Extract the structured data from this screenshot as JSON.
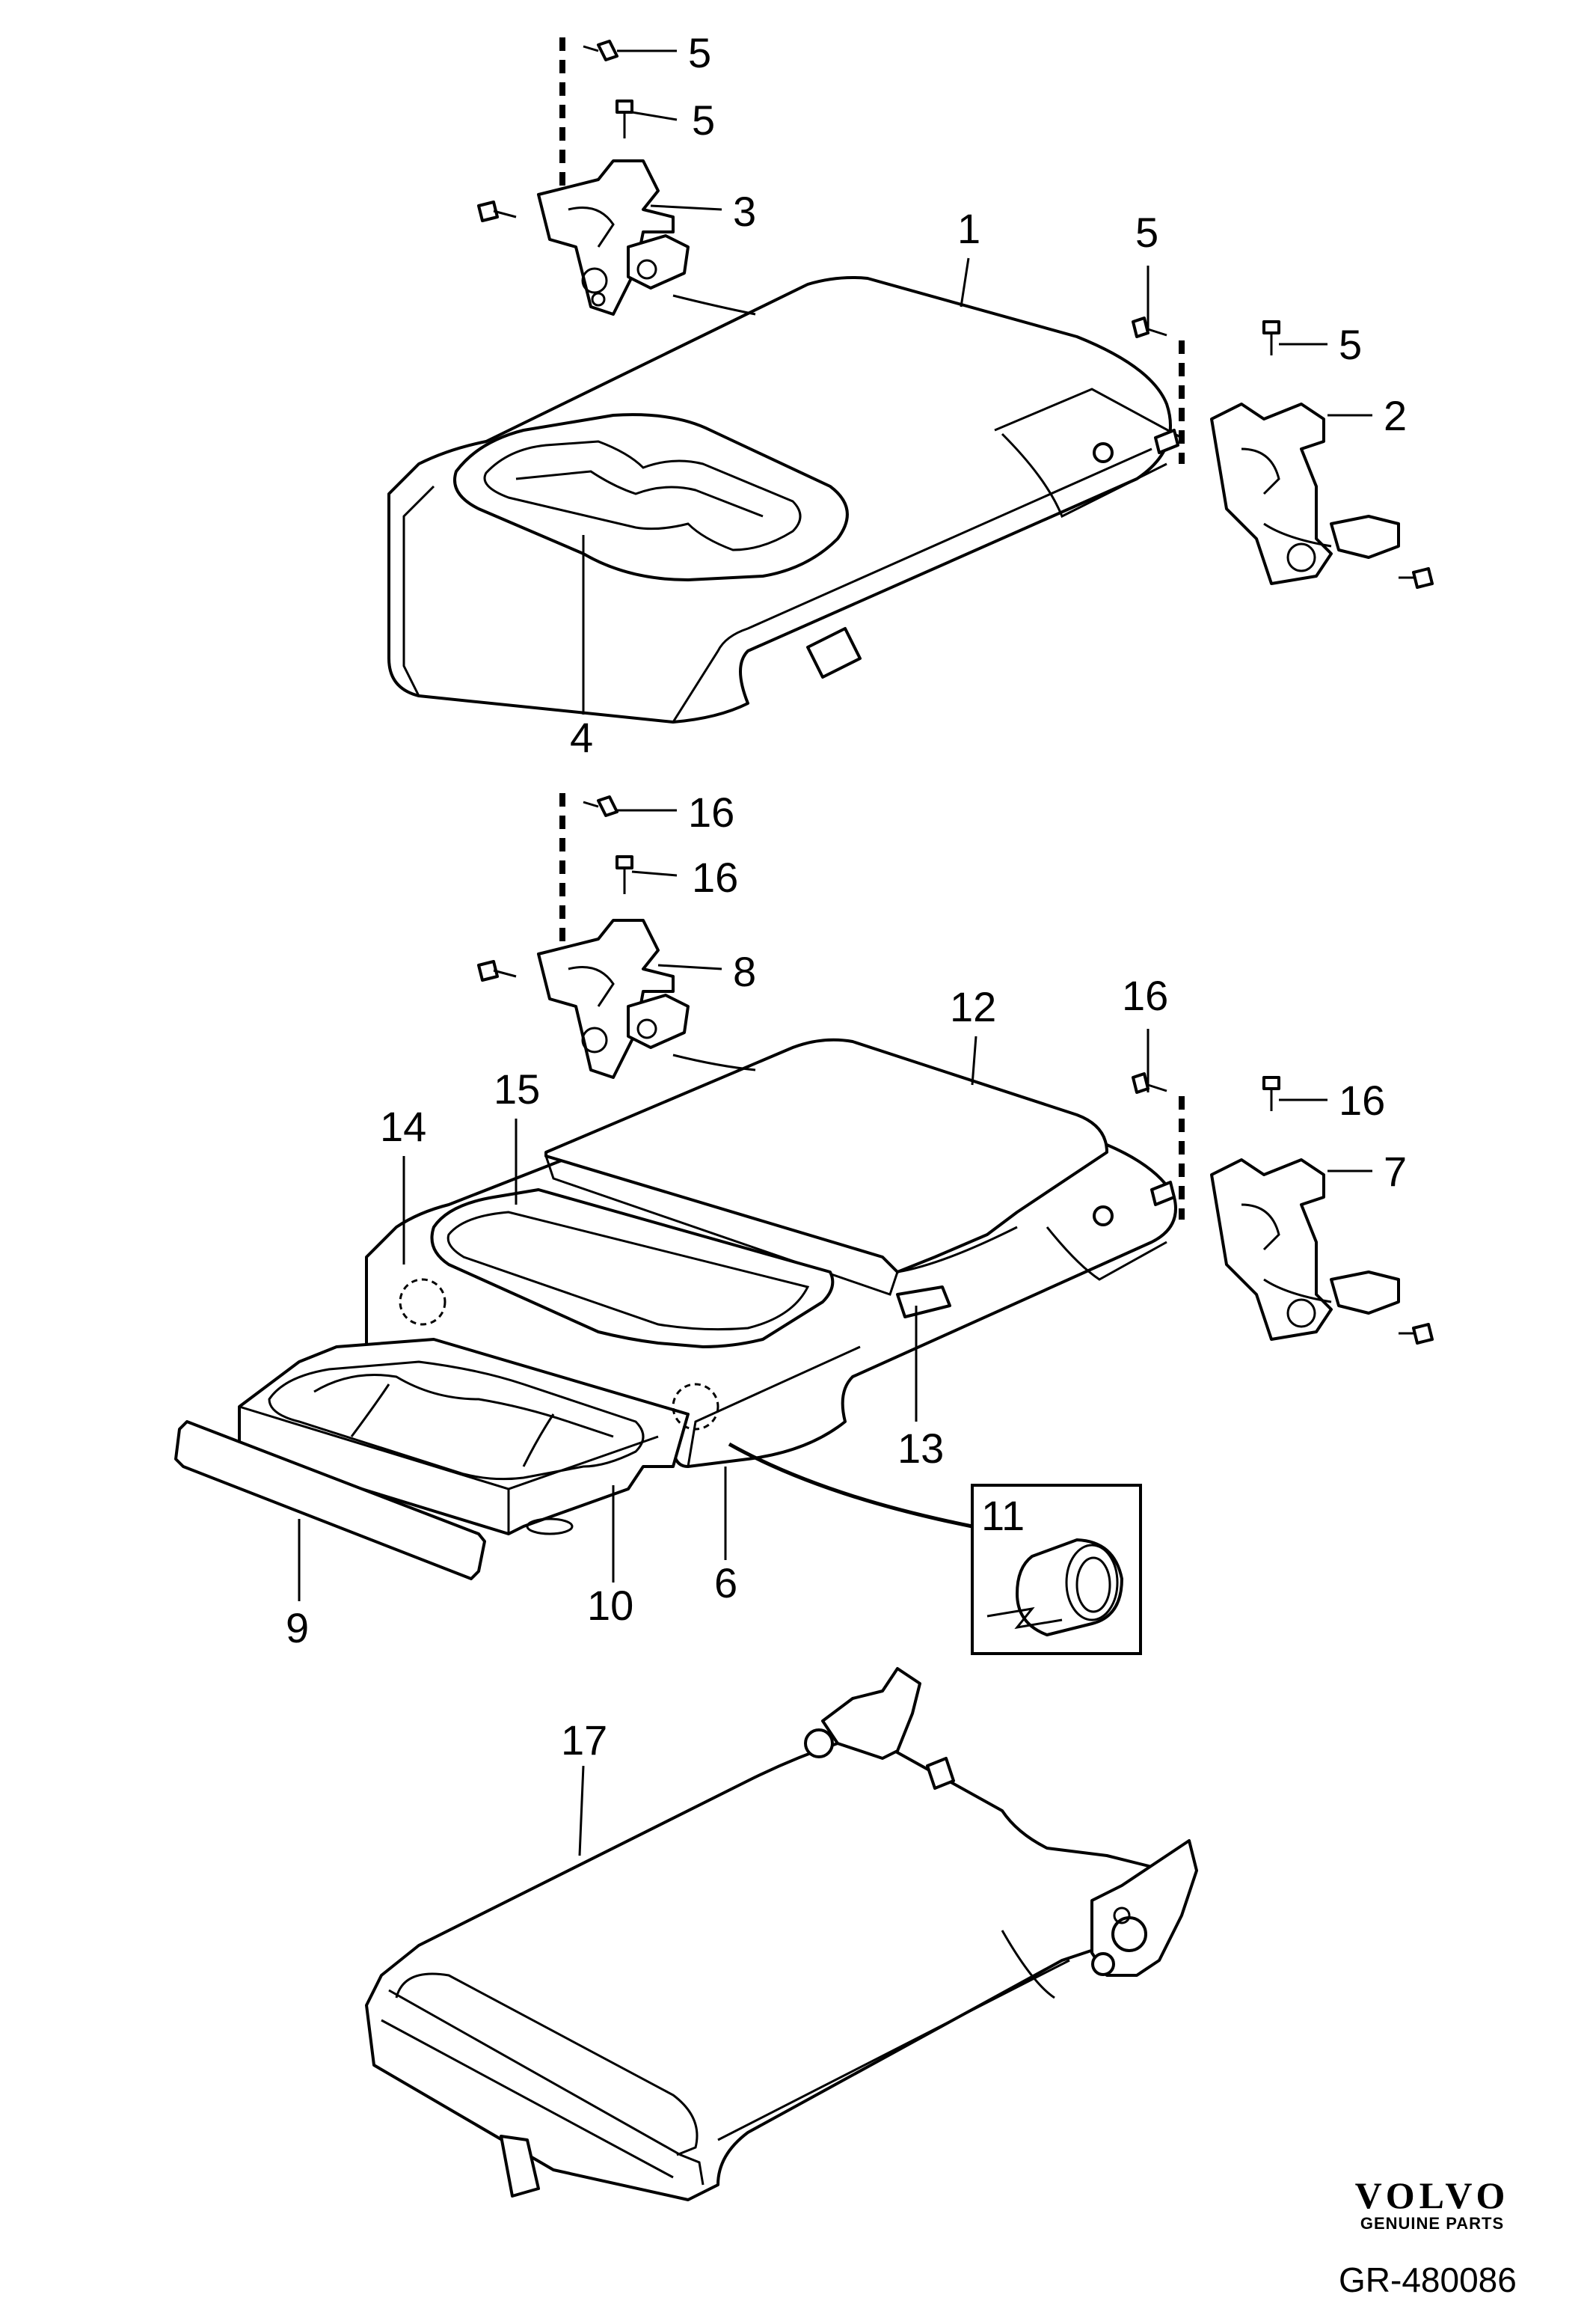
{
  "callouts": {
    "c1": "1",
    "c2": "2",
    "c3": "3",
    "c4": "4",
    "c5a": "5",
    "c5b": "5",
    "c5c": "5",
    "c5d": "5",
    "c6": "6",
    "c7": "7",
    "c8": "8",
    "c9": "9",
    "c10": "10",
    "c11": "11",
    "c12": "12",
    "c13": "13",
    "c14": "14",
    "c15": "15",
    "c16a": "16",
    "c16b": "16",
    "c16c": "16",
    "c16d": "16",
    "c17": "17"
  },
  "brand": {
    "name": "VOLVO",
    "tagline": "GENUINE PARTS"
  },
  "reference": "GR-480086"
}
